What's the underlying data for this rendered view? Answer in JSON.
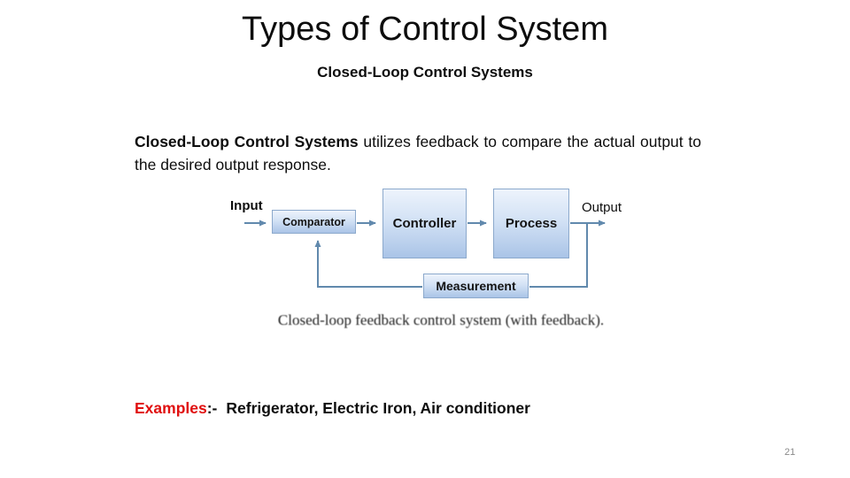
{
  "slide": {
    "title": "Types of Control System",
    "subtitle": "Closed-Loop Control Systems",
    "body": {
      "bold_lead": "Closed-Loop Control Systems",
      "rest": " utilizes feedback to compare the actual output to the desired output response."
    },
    "diagram": {
      "input_label": "Input",
      "output_label": "Output",
      "blocks": [
        {
          "label": "Comparator"
        },
        {
          "label": "Controller"
        },
        {
          "label": "Process"
        },
        {
          "label": "Measurement"
        }
      ],
      "caption": "Closed-loop feedback control system (with feedback).",
      "colors": {
        "box_fill_top": "#edf3fc",
        "box_fill_bottom": "#aac4e7",
        "box_border": "#8ca9cc",
        "arrow": "#6189ad"
      }
    },
    "examples": {
      "label": "Examples",
      "separator": ":-",
      "items": "Refrigerator, Electric Iron, Air conditioner",
      "label_color": "#e01010"
    },
    "page_number": "21"
  }
}
